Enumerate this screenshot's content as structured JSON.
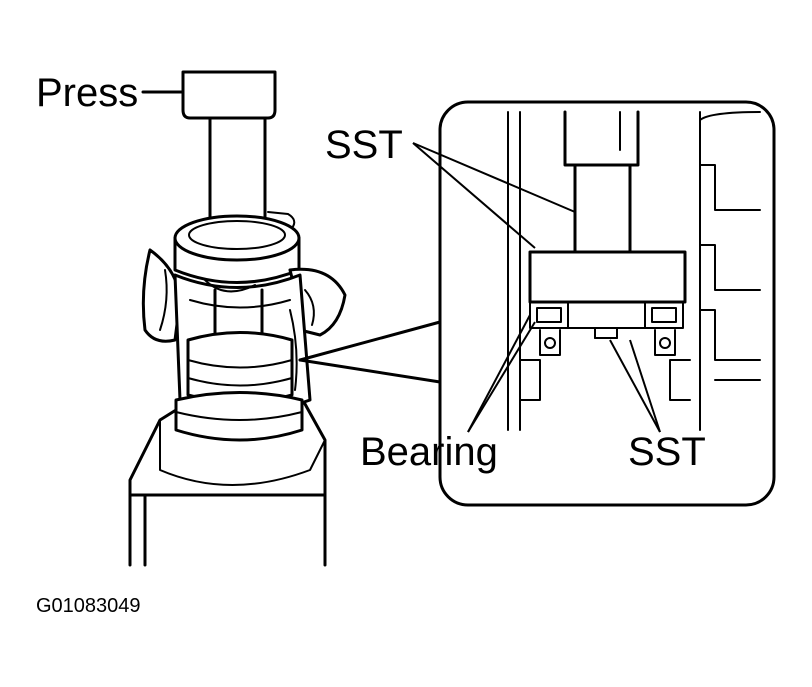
{
  "labels": {
    "press": "Press",
    "sst_top": "SST",
    "bearing": "Bearing",
    "sst_bottom": "SST"
  },
  "figure_code": "G01083049",
  "colors": {
    "ink": "#000000",
    "paper": "#ffffff"
  }
}
